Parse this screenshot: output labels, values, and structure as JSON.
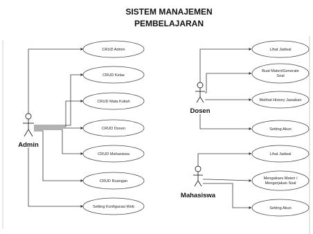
{
  "title": {
    "line1": "SISTEM MANAJEMEN",
    "line2": "PEMBELAJARAN"
  },
  "actors": {
    "admin": {
      "name": "Admin"
    },
    "dosen": {
      "name": "Dosen"
    },
    "mahasiswa": {
      "name": "Mahasiswa"
    }
  },
  "use_cases": {
    "admin": [
      {
        "lines": [
          "CRUD Admin"
        ]
      },
      {
        "lines": [
          "CRUD Kelas"
        ]
      },
      {
        "lines": [
          "CRUD Mata Kuliah"
        ]
      },
      {
        "lines": [
          "CRUD Dosen"
        ]
      },
      {
        "lines": [
          "CRUD Mahasiswa"
        ]
      },
      {
        "lines": [
          "CRUD Ruangan"
        ]
      },
      {
        "lines": [
          "Setting Konfigurasi Web"
        ]
      }
    ],
    "dosen": [
      {
        "lines": [
          "Lihat Jadwal"
        ]
      },
      {
        "lines": [
          "Buat Materi/Generate",
          "Soal"
        ]
      },
      {
        "lines": [
          "Melihat History Jawaban"
        ]
      },
      {
        "lines": [
          "Setting Akun"
        ]
      }
    ],
    "mahasiswa": [
      {
        "lines": [
          "Lihat Jadwal"
        ]
      },
      {
        "lines": [
          "Mengakses Materi /",
          "Mengerjakan Soal"
        ]
      },
      {
        "lines": [
          "Setting Akun"
        ]
      }
    ]
  }
}
